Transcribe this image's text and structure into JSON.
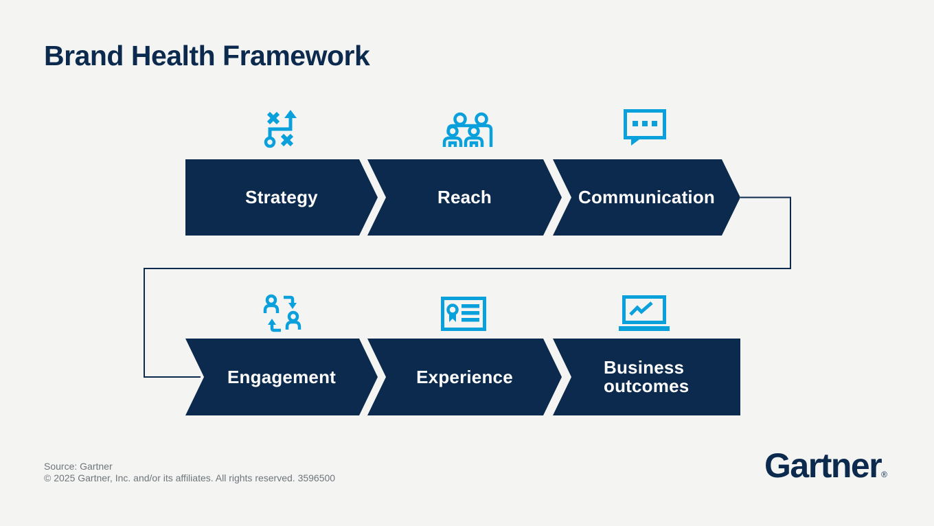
{
  "colors": {
    "background": "#f4f4f3",
    "navy": "#0c2a4d",
    "accent_blue": "#0aa0dc",
    "stage_text": "#ffffff",
    "footer_gray": "#6e757b"
  },
  "header": {
    "title": "Brand Health Framework"
  },
  "flow": {
    "row1": [
      {
        "label": "Strategy",
        "icon": "strategy-tactics-icon"
      },
      {
        "label": "Reach",
        "icon": "audience-group-icon"
      },
      {
        "label": "Communication",
        "icon": "speech-bubble-icon"
      }
    ],
    "row2": [
      {
        "label": "Engagement",
        "icon": "people-exchange-icon"
      },
      {
        "label": "Experience",
        "icon": "id-badge-icon"
      },
      {
        "label": "Business outcomes",
        "icon": "laptop-chart-icon"
      }
    ],
    "connector": "communication-to-engagement"
  },
  "footer": {
    "source": "Source: Gartner",
    "copyright": "© 2025 Gartner, Inc. and/or its affiliates. All rights reserved. 3596500",
    "logo_text": "Gartner",
    "registered_mark": "®"
  }
}
